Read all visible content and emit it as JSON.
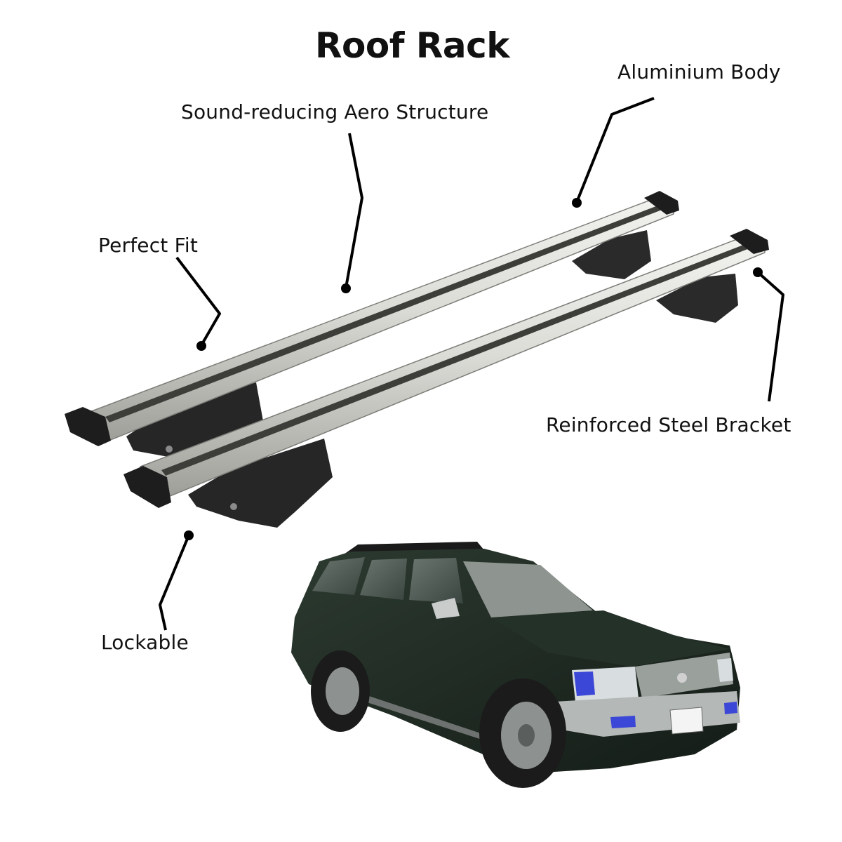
{
  "title": "Roof Rack",
  "features": {
    "sound": "Sound-reducing Aero Structure",
    "aluminium": "Aluminium Body",
    "fit": "Perfect Fit",
    "steel": "Reinforced Steel Bracket",
    "lockable": "Lockable"
  },
  "colors": {
    "bar_silver": "#d9d9d4",
    "bracket": "#2b2b2b",
    "vehicle_body": "#1f2a22",
    "pointer": "#000000"
  }
}
